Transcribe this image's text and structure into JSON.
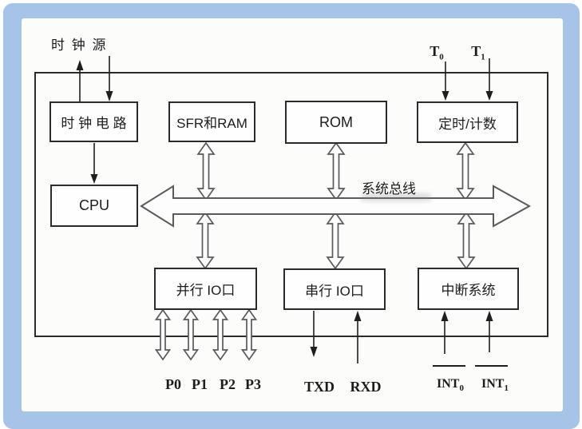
{
  "frame": {
    "border_color": "#a7c4e6",
    "background_color": "#fcfcfb",
    "line_color": "#1f1f1f",
    "hollow_arrow_outline": "#5a5a5a"
  },
  "diagram": {
    "type": "block-diagram",
    "subject": "8051 microcontroller internal structure",
    "boxes": [
      {
        "id": "clock-circuit",
        "label": "时 钟 电 路"
      },
      {
        "id": "cpu",
        "label": "CPU"
      },
      {
        "id": "sfr-ram",
        "label": "SFR和RAM"
      },
      {
        "id": "rom",
        "label": "ROM"
      },
      {
        "id": "timer-counter",
        "label": "定时/计数"
      },
      {
        "id": "parallel-io",
        "label": "并行 IO口"
      },
      {
        "id": "serial-io",
        "label": "串行 IO口"
      },
      {
        "id": "interrupt-system",
        "label": "中断系统"
      }
    ],
    "labels": {
      "clock_source": "时 钟 源",
      "system_bus": "系统总线",
      "t0": {
        "base": "T",
        "sub": "0"
      },
      "t1": {
        "base": "T",
        "sub": "1"
      },
      "p0": "P0",
      "p1": "P1",
      "p2": "P2",
      "p3": "P3",
      "txd": "TXD",
      "rxd": "RXD",
      "int0": {
        "base": "INT",
        "sub": "0"
      },
      "int1": {
        "base": "INT",
        "sub": "1"
      }
    }
  }
}
